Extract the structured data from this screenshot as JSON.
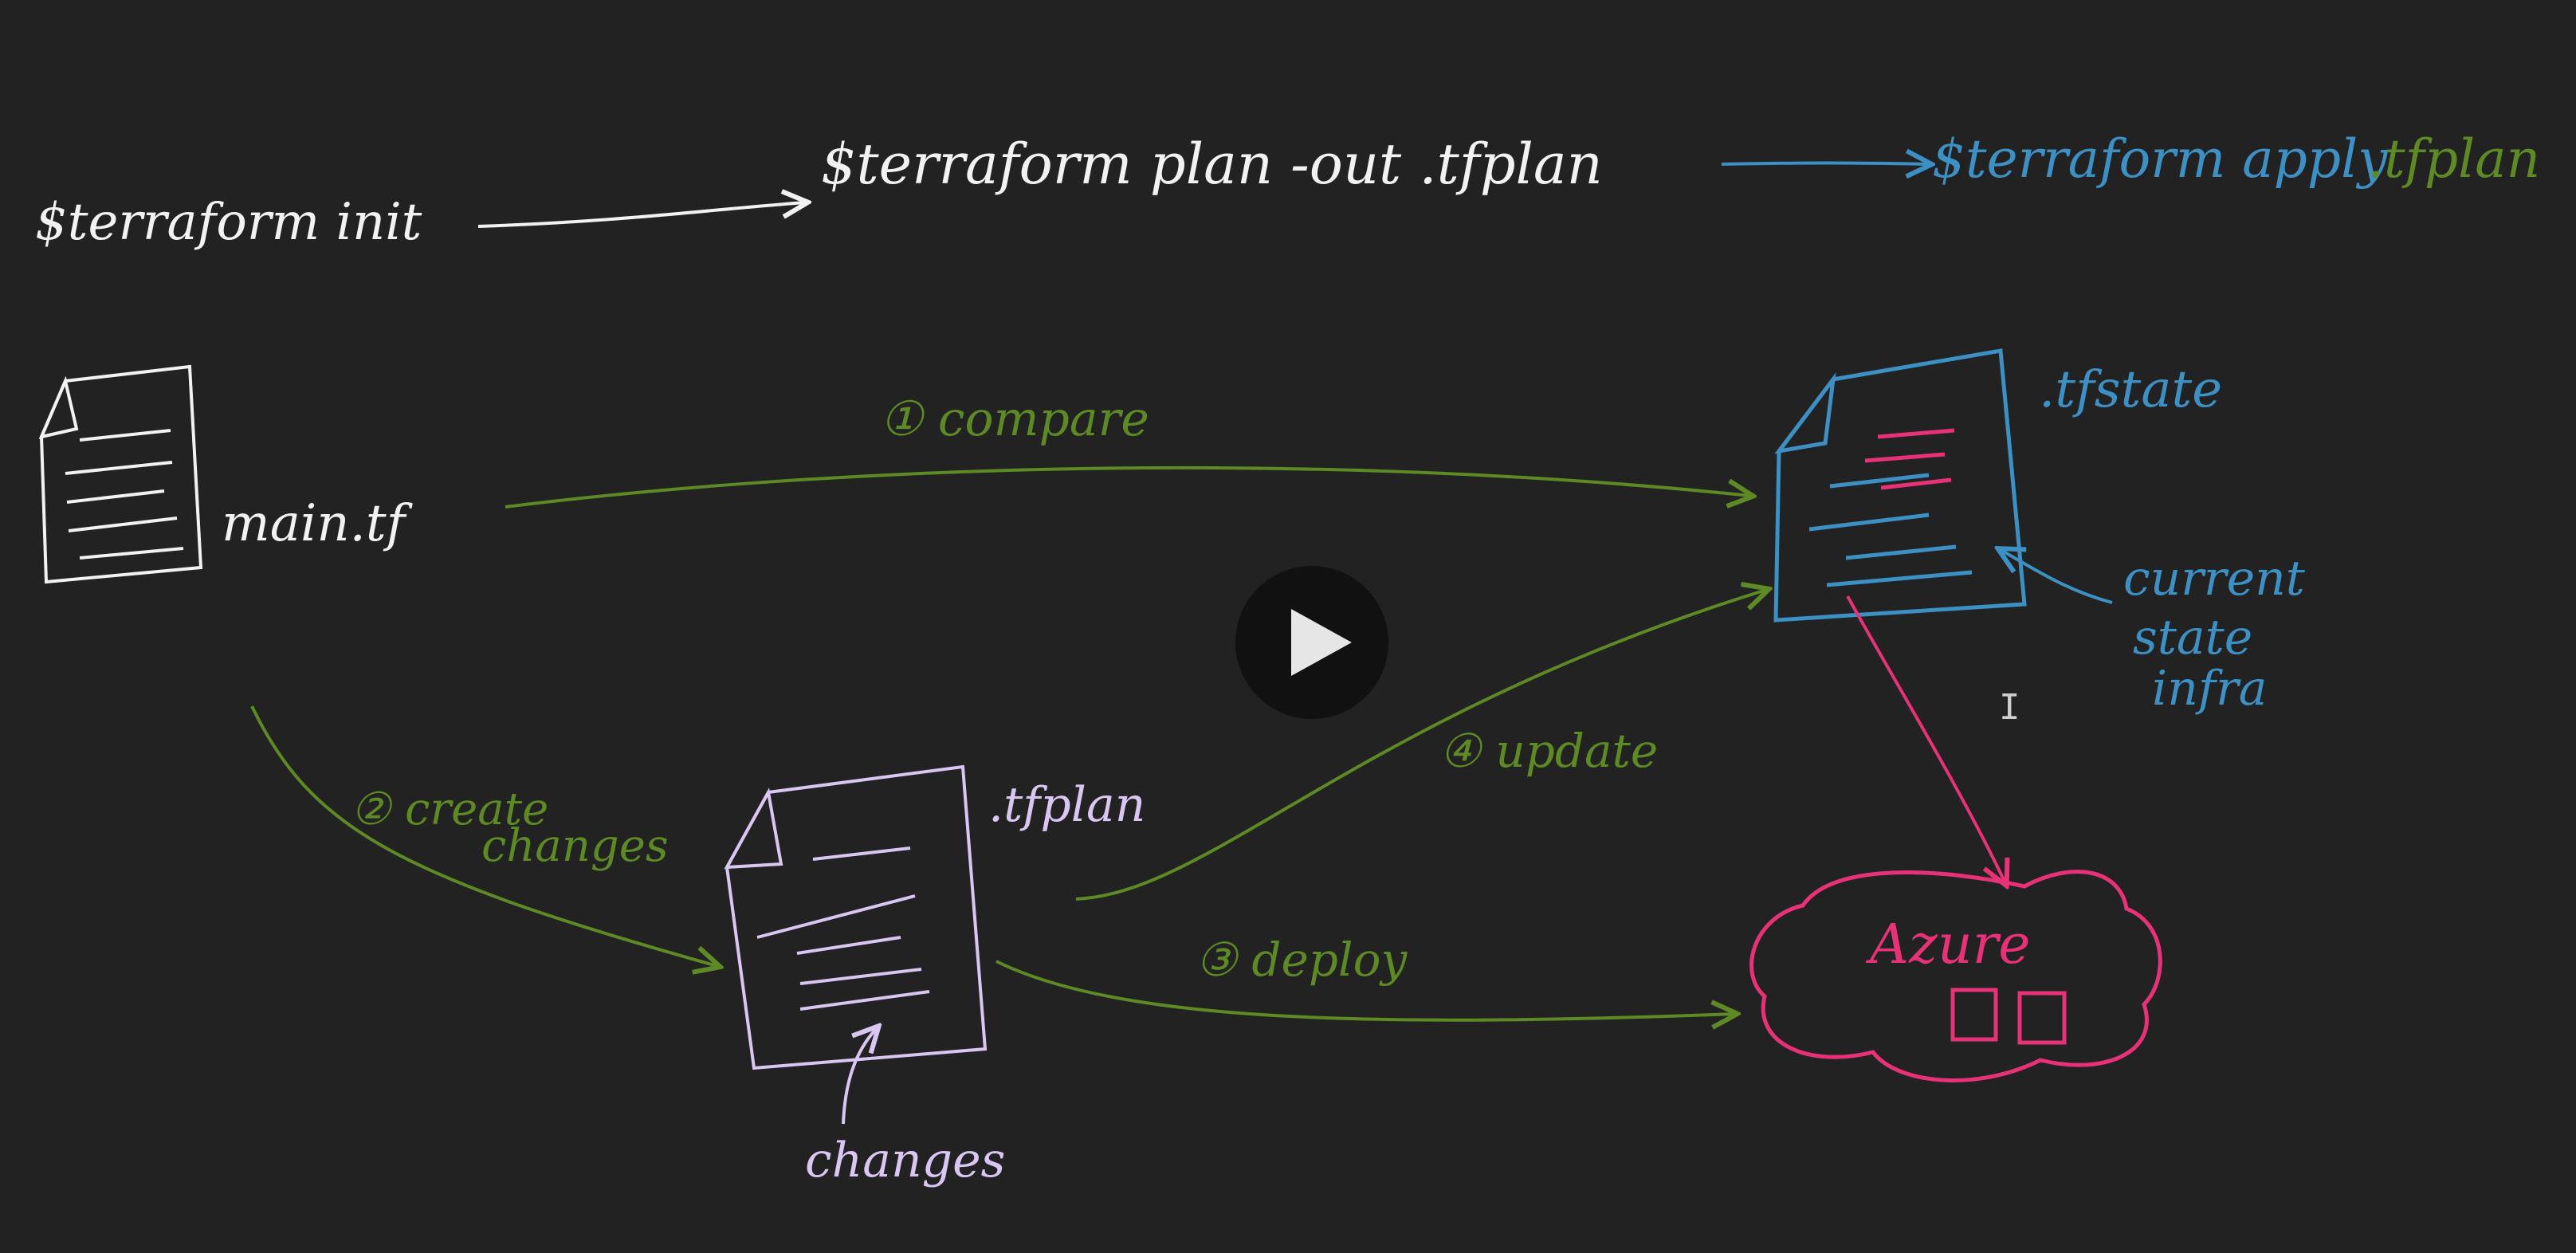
{
  "colors": {
    "background": "#222222",
    "white": "#f2f2f2",
    "lavender": "#d9c6f2",
    "blue": "#3c90c4",
    "green": "#5d8a24",
    "pink": "#e83277"
  },
  "commands": {
    "init": "$terraform init",
    "plan": "$terraform plan -out .tfplan",
    "apply_prefix": "$terraform apply",
    "apply_file": ".tfplan"
  },
  "files": {
    "main": "main.tf",
    "state": ".tfstate",
    "plan": ".tfplan"
  },
  "steps": {
    "compare": "① compare",
    "create_1": "② create",
    "create_2": "changes",
    "deploy": "③ deploy",
    "update": "④ update"
  },
  "labels": {
    "changes": "changes",
    "current_1": "current",
    "current_2": "state",
    "current_3": "infra",
    "cloud": "Azure"
  },
  "icons": {
    "play": "play-icon",
    "cursor": "text-cursor-icon"
  }
}
